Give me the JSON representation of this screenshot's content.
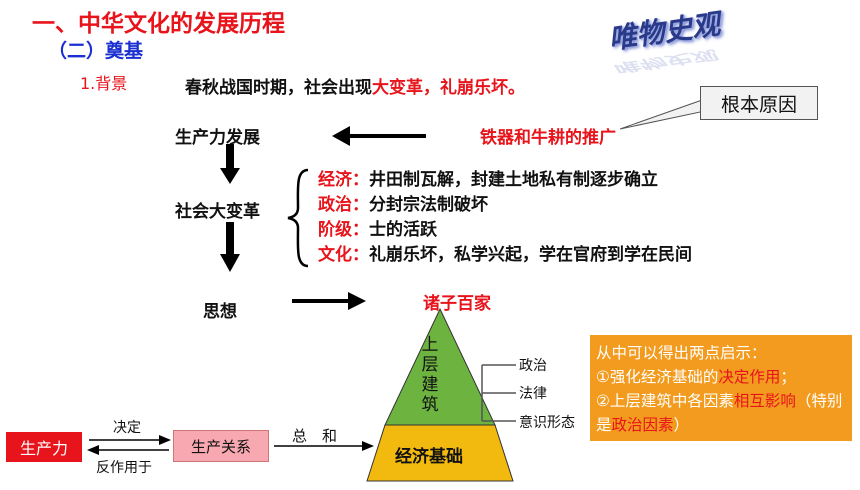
{
  "heading": {
    "title": "一、中华文化的发展历程",
    "subtitle": "（二）奠基",
    "section": "1.背景"
  },
  "watermark": {
    "text": "唯物史观"
  },
  "intro": {
    "lead": "春秋战国时期，社会出现",
    "highlight": "大变革，礼崩乐坏。"
  },
  "root_cause_box": "根本原因",
  "flow": {
    "productivity": "生产力发展",
    "iron_cattle": "铁器和牛耕的推广",
    "social_change": "社会大变革",
    "thought": "思想",
    "hundred_schools": "诸子百家"
  },
  "changes": [
    {
      "label": "经济：",
      "text": "井田制瓦解，封建土地私有制逐步确立"
    },
    {
      "label": "政治：",
      "text": "分封宗法制破坏"
    },
    {
      "label": "阶级：",
      "text": "士的活跃"
    },
    {
      "label": "文化：",
      "text": "礼崩乐坏，私学兴起，学在官府到学在民间"
    }
  ],
  "pyramid": {
    "top": "上层建筑",
    "base": "经济基础",
    "branches": [
      "政治",
      "法律",
      "意识形态"
    ]
  },
  "bottom": {
    "productivity": "生产力",
    "decides": "决定",
    "reacts": "反作用于",
    "relations": "生产关系",
    "total": "总　和"
  },
  "insight": {
    "line1": "从中可以得出两点启示：",
    "p1_pre": "①强化经济基础的",
    "p1_hl": "决定作用",
    "p1_post": "；",
    "p2_pre": "②上层建筑中各因素",
    "p2_hl": "相互影响",
    "p2_mid": "（特别是",
    "p2_hl2": "政治因素",
    "p2_post": "）"
  },
  "colors": {
    "red": "#e8141b",
    "blue": "#1a2fd0",
    "pyramid_top": "#6cb33f",
    "pyramid_base": "#f2b90f",
    "pink_box": "#f7a8b0",
    "insight_bg": "#f39b1e"
  }
}
